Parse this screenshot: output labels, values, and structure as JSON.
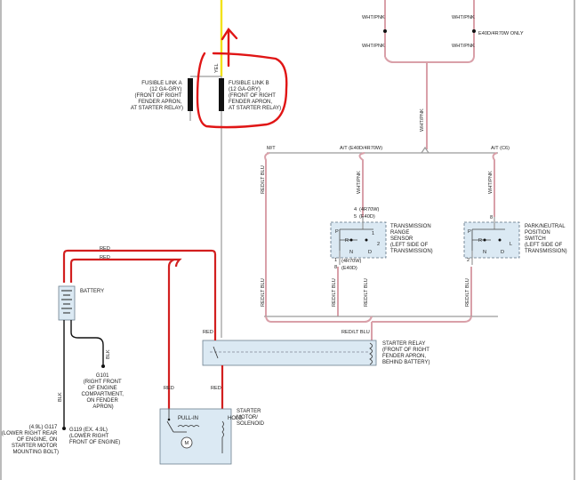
{
  "labels": {
    "wht_pnk_1": "WHT/PNK",
    "wht_pnk_2": "WHT/PNK",
    "wht_pnk_3": "WHT/PNK",
    "wht_pnk_4": "WHT/PNK",
    "e40d_only": "E40D/4R70W ONLY",
    "yel": "YEL",
    "wht_pnk_vert": "WHT/PNK",
    "mt": "M/T",
    "at_e40d": "A/T (E40D/4R70W)",
    "at_c6": "A/T (C6)",
    "red_lt_blu_1": "RED/LT BLU",
    "wht_pnk_tr": "WHT/PNK",
    "wht_pnk_pn": "WHT/PNK",
    "red_lt_blu_2": "RED/LT BLU",
    "red_lt_blu_3": "RED/LT BLU",
    "red_lt_blu_4": "RED/LT BLU",
    "red_lt_blu_5": "RED/LT BLU",
    "red_lt_blu_relay": "RED/LT BLU",
    "red_top1": "RED",
    "red_top2": "RED",
    "red_relay_left": "RED",
    "red_left": "RED",
    "red_solenoid": "RED",
    "blk_1": "BLK",
    "blk_2": "BLK",
    "pull_in": "PULL-IN",
    "hold": "HOLD",
    "motor_m": "M",
    "tr_4r70w": "(4R70W)",
    "tr_e40d": "(E40D)",
    "tr_4r70w_b": "(4R70W)",
    "tr_e40d_b": "(E40D)",
    "pin_4": "4",
    "pin_5": "5",
    "pin_1": "1",
    "pin_8": "8",
    "pin_8b": "8",
    "pin_2": "2",
    "pin_2b": "2",
    "sw_p": "P",
    "sw_r": "R",
    "sw_n": "N",
    "sw_d": "D",
    "sw_1": "1",
    "sw_2": "2",
    "sw_p2": "P",
    "sw_r2": "R",
    "sw_n2": "N",
    "sw_d2": "D",
    "sw_l2": "L"
  },
  "components": {
    "fusible_link_a": [
      "FUSIBLE LINK A",
      "(12 GA-GRY)",
      "(FRONT OF RIGHT",
      "FENDER APRON,",
      "AT STARTER RELAY)"
    ],
    "fusible_link_b": [
      "FUSIBLE LINK B",
      "(12 GA-GRY)",
      "(FRONT OF RIGHT",
      "FENDER APRON,",
      "AT STARTER RELAY)"
    ],
    "transmission_range_sensor": [
      "TRANSMISSION",
      "RANGE",
      "SENSOR",
      "(LEFT SIDE OF",
      "TRANSMISSION)"
    ],
    "park_neutral_switch": [
      "PARK/NEUTRAL",
      "POSITION",
      "SWITCH",
      "(LEFT SIDE OF",
      "TRANSMISSION)"
    ],
    "battery": "BATTERY",
    "starter_relay": [
      "STARTER RELAY",
      "(FRONT OF RIGHT",
      "FENDER APRON,",
      "BEHIND BATTERY)"
    ],
    "starter_motor": [
      "STARTER",
      "MOTOR/",
      "SOLENOID"
    ],
    "g101": [
      "G101",
      "(RIGHT FRONT",
      "OF ENGINE",
      "COMPARTMENT,",
      "ON FENDER",
      "APRON)"
    ],
    "g117": [
      "(4.9L) G117",
      "(LOWER RIGHT REAR",
      "OF ENGINE, ON",
      "STARTER MOTOR",
      "MOUNTING BOLT)"
    ],
    "g119": [
      "G119 (EX. 4.9L)",
      "(LOWER RIGHT",
      "FRONT OF ENGINE)"
    ]
  },
  "colors": {
    "red_wire": "#d21f1f",
    "pink_wire": "#d9a0a9",
    "gray_wire": "#9a9a9a",
    "yellow_wire": "#f2e21a",
    "component_fill": "#dbe9f3",
    "annotation": "#e01515"
  }
}
